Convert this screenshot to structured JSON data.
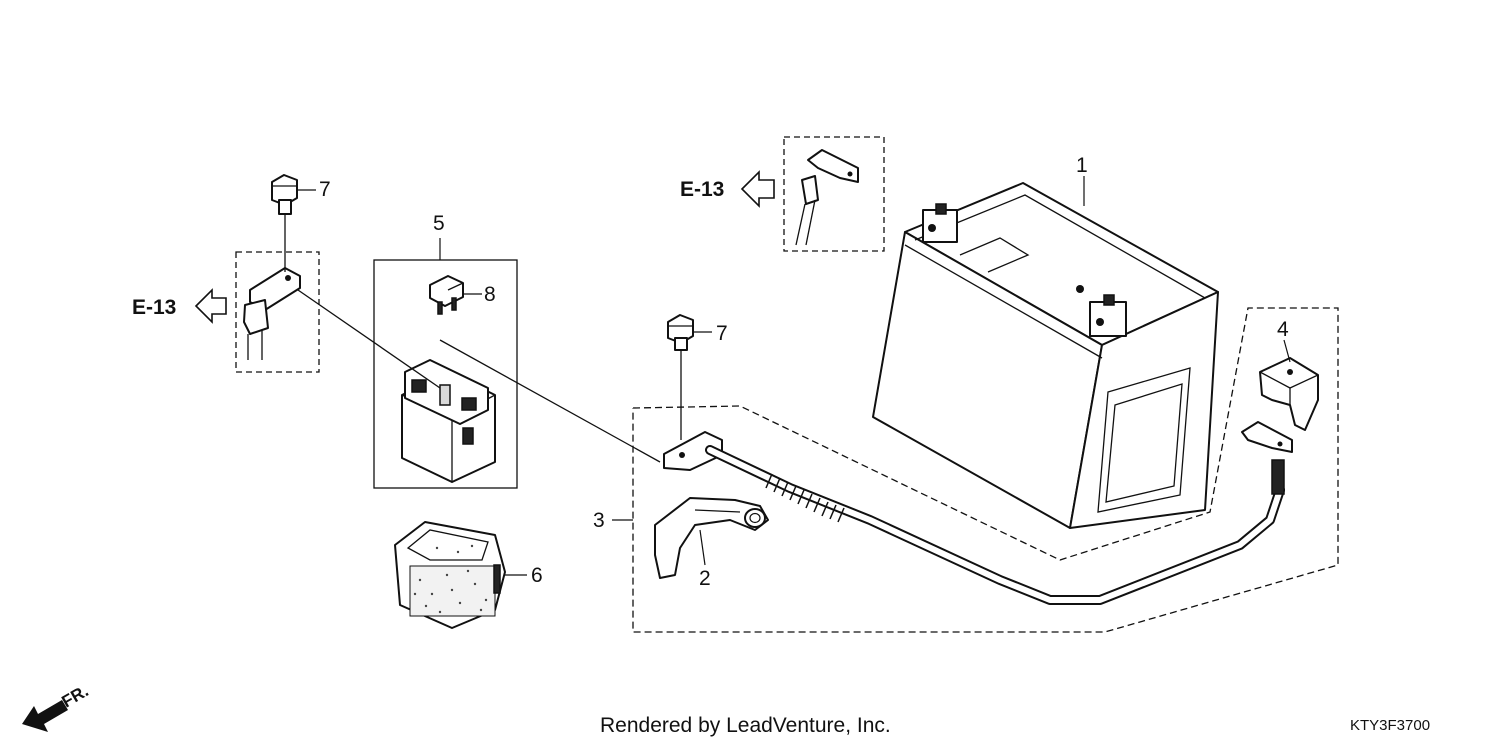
{
  "callouts": {
    "c1": "1",
    "c2": "2",
    "c3": "3",
    "c4": "4",
    "c5": "5",
    "c6": "6",
    "c7a": "7",
    "c7b": "7",
    "c8": "8"
  },
  "references": {
    "ref_left": "E-13",
    "ref_top": "E-13"
  },
  "direction_label": "FR.",
  "footer": {
    "credit": "Rendered by LeadVenture, Inc.",
    "diagram_code": "KTY3F3700"
  }
}
